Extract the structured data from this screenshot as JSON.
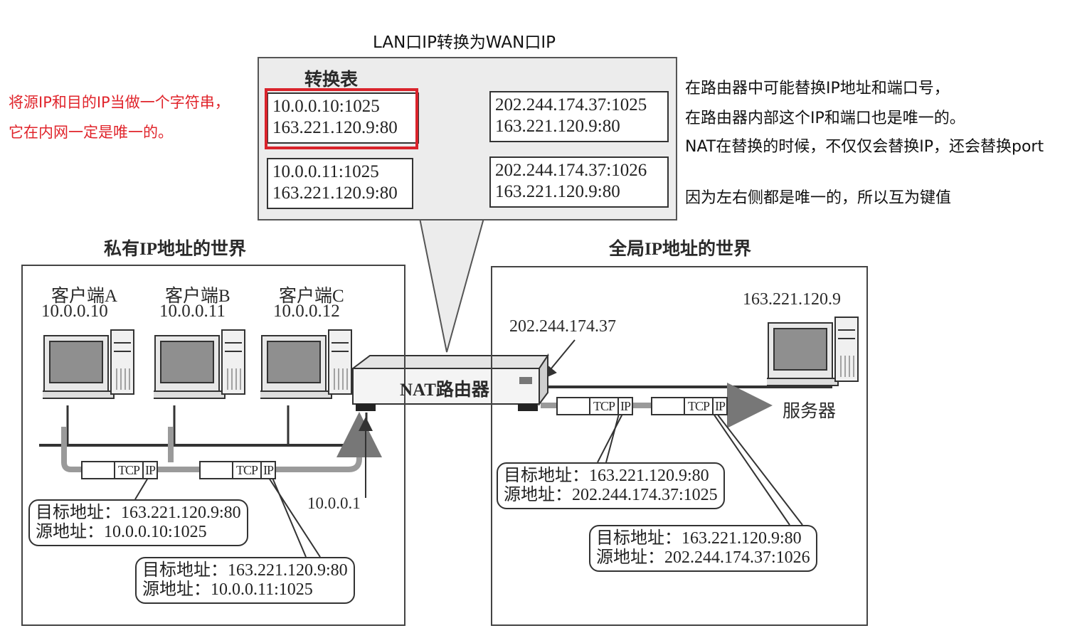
{
  "title": "LAN口IP转换为WAN口IP",
  "left_note": [
    "将源IP和目的IP当做一个字符串，",
    "它在内网一定是唯一的。"
  ],
  "right_notes": [
    "在路由器中可能替换IP地址和端口号，",
    "在路由器内部这个IP和端口也是唯一的。",
    "NAT在替换的时候，不仅仅会替换IP，还会替换port",
    "因为左右侧都是唯一的，所以互为键值"
  ],
  "table": {
    "title": "转换表",
    "rows": [
      {
        "lan": [
          "10.0.0.10:1025",
          "163.221.120.9:80"
        ],
        "wan": [
          "202.244.174.37:1025",
          "163.221.120.9:80"
        ]
      },
      {
        "lan": [
          "10.0.0.11:1025",
          "163.221.120.9:80"
        ],
        "wan": [
          "202.244.174.37:1026",
          "163.221.120.9:80"
        ]
      }
    ]
  },
  "private_world": {
    "title": "私有IP地址的世界",
    "clients": [
      {
        "name": "客户端A",
        "ip": "10.0.0.10"
      },
      {
        "name": "客户端B",
        "ip": "10.0.0.11"
      },
      {
        "name": "客户端C",
        "ip": "10.0.0.12"
      }
    ],
    "gateway_ip": "10.0.0.1",
    "packet_a": [
      "目标地址：163.221.120.9:80",
      "源地址：10.0.0.10:1025"
    ],
    "packet_b": [
      "目标地址：163.221.120.9:80",
      "源地址：10.0.0.11:1025"
    ]
  },
  "router": {
    "label": "NAT路由器"
  },
  "global_world": {
    "title": "全局IP地址的世界",
    "router_wan_ip": "202.244.174.37",
    "server_ip": "163.221.120.9",
    "server_label": "服务器",
    "packet_a": [
      "目标地址：163.221.120.9:80",
      "源地址：202.244.174.37:1025"
    ],
    "packet_b": [
      "目标地址：163.221.120.9:80",
      "源地址：202.244.174.37:1026"
    ]
  },
  "packet_labels": {
    "tcp": "TCP",
    "ip": "IP"
  }
}
